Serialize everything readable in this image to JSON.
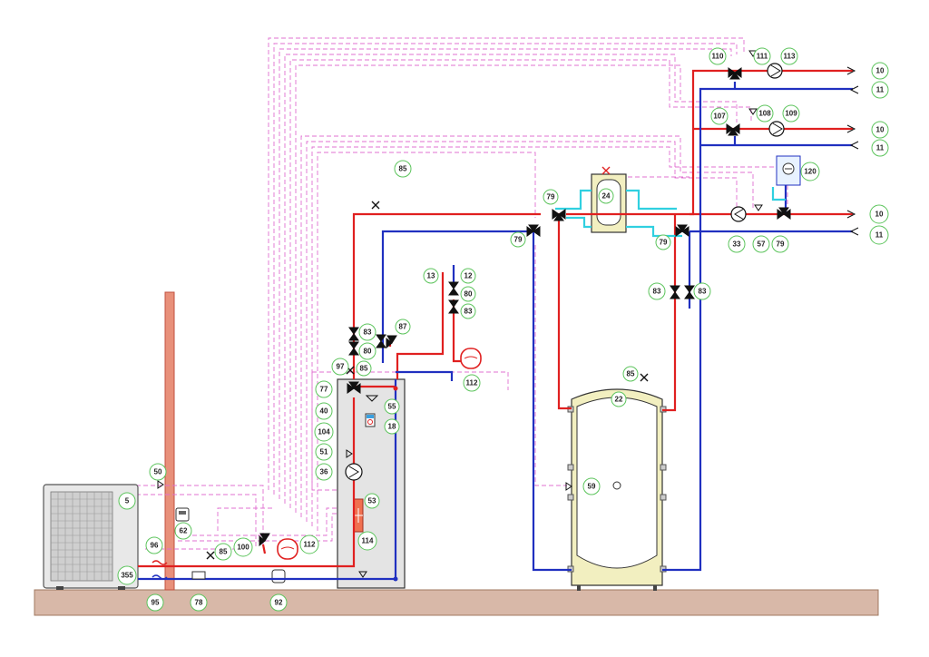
{
  "colors": {
    "supply": "#e02020",
    "return": "#2030c0",
    "buffer_loop": "#30d0e0",
    "signal": "#e070d0",
    "label_ring": "#5cc45c",
    "floor": "#d8b8a8",
    "wall": "#e8907a"
  },
  "labels": {
    "l5": "5",
    "l50": "50",
    "l62": "62",
    "l96": "96",
    "l85a": "85",
    "l100": "100",
    "l112a": "112",
    "l355": "355",
    "l95": "95",
    "l78": "78",
    "l92": "92",
    "l114": "114",
    "l53": "53",
    "l18": "18",
    "l55": "55",
    "l77": "77",
    "l40": "40",
    "l104": "104",
    "l51": "51",
    "l36": "36",
    "l97": "97",
    "l85b": "85",
    "l83a": "83",
    "l80a": "80",
    "l87": "87",
    "l13": "13",
    "l12": "12",
    "l80b": "80",
    "l83b": "83",
    "l112b": "112",
    "l85c": "85",
    "l79a": "79",
    "l79b": "79",
    "l24": "24",
    "l79c": "79",
    "l83c": "83",
    "l83d": "83",
    "l85d": "85",
    "l22": "22",
    "l59": "59",
    "l110": "110",
    "l111": "111",
    "l113": "113",
    "l107": "107",
    "l108": "108",
    "l109": "109",
    "l120": "120",
    "l33": "33",
    "l57": "57",
    "l79d": "79",
    "l10a": "10",
    "l11a": "11",
    "l10b": "10",
    "l11b": "11",
    "l10c": "10",
    "l11c": "11"
  }
}
